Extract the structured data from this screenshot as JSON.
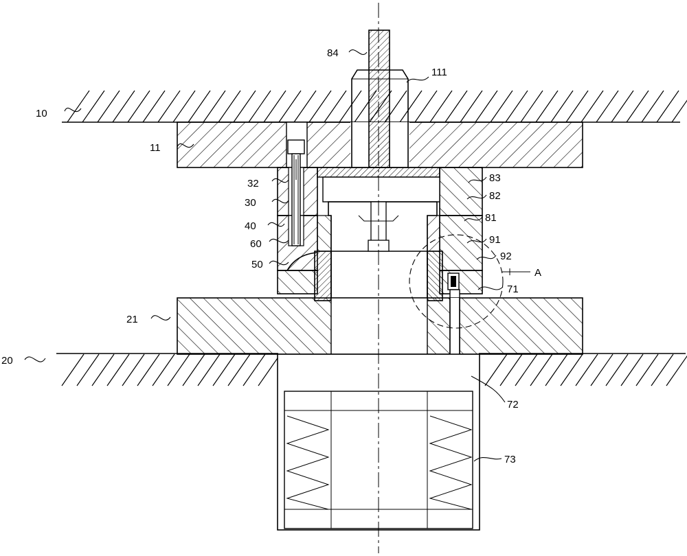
{
  "labels": {
    "l10": "10",
    "l11": "11",
    "l20": "20",
    "l21": "21",
    "l30": "30",
    "l32": "32",
    "l40": "40",
    "l50": "50",
    "l60": "60",
    "l71": "71",
    "l72": "72",
    "l73": "73",
    "l81": "81",
    "l82": "82",
    "l83": "83",
    "l84": "84",
    "l91": "91",
    "l92": "92",
    "l111": "111",
    "lA": "A"
  }
}
